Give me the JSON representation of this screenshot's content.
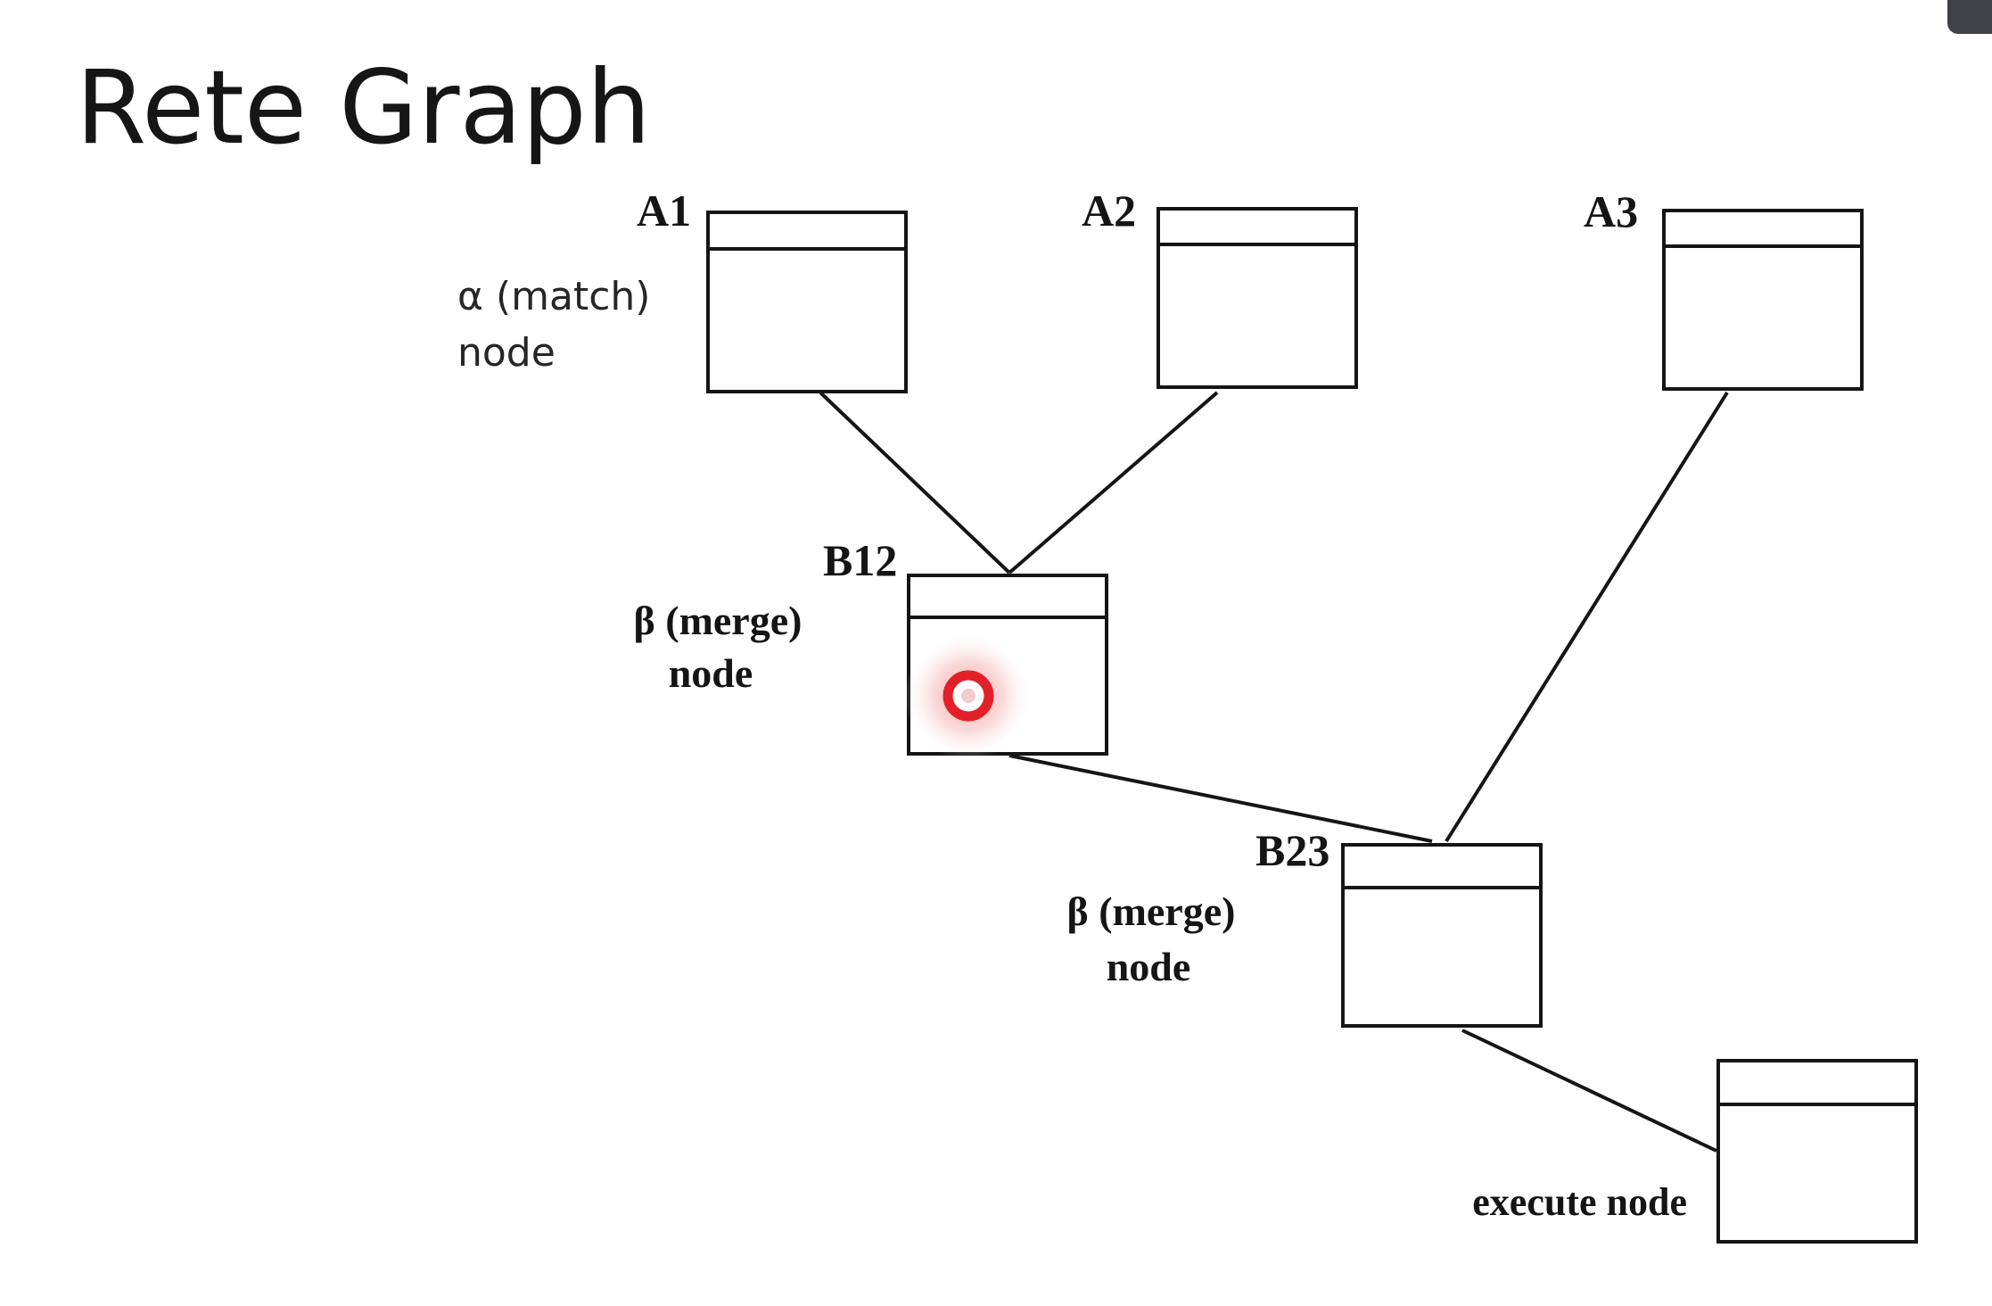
{
  "title": "Rete Graph",
  "colors": {
    "line": "#151515",
    "pointer": "#e2202a",
    "pointer_glow": "#f5a9a9",
    "tab": "#3f4247"
  },
  "nodes": {
    "a1": {
      "label": "A1"
    },
    "a2": {
      "label": "A2"
    },
    "a3": {
      "label": "A3"
    },
    "b12": {
      "label": "B12"
    },
    "b23": {
      "label": "B23"
    }
  },
  "captions": {
    "alpha": {
      "line1": "α (match)",
      "line2": "node"
    },
    "beta1": {
      "line1": "β (merge)",
      "line2": "node"
    },
    "beta2": {
      "line1": "β (merge)",
      "line2": "node"
    },
    "execute": "execute node"
  },
  "icons": {
    "pointer": "laser-pointer-icon"
  }
}
